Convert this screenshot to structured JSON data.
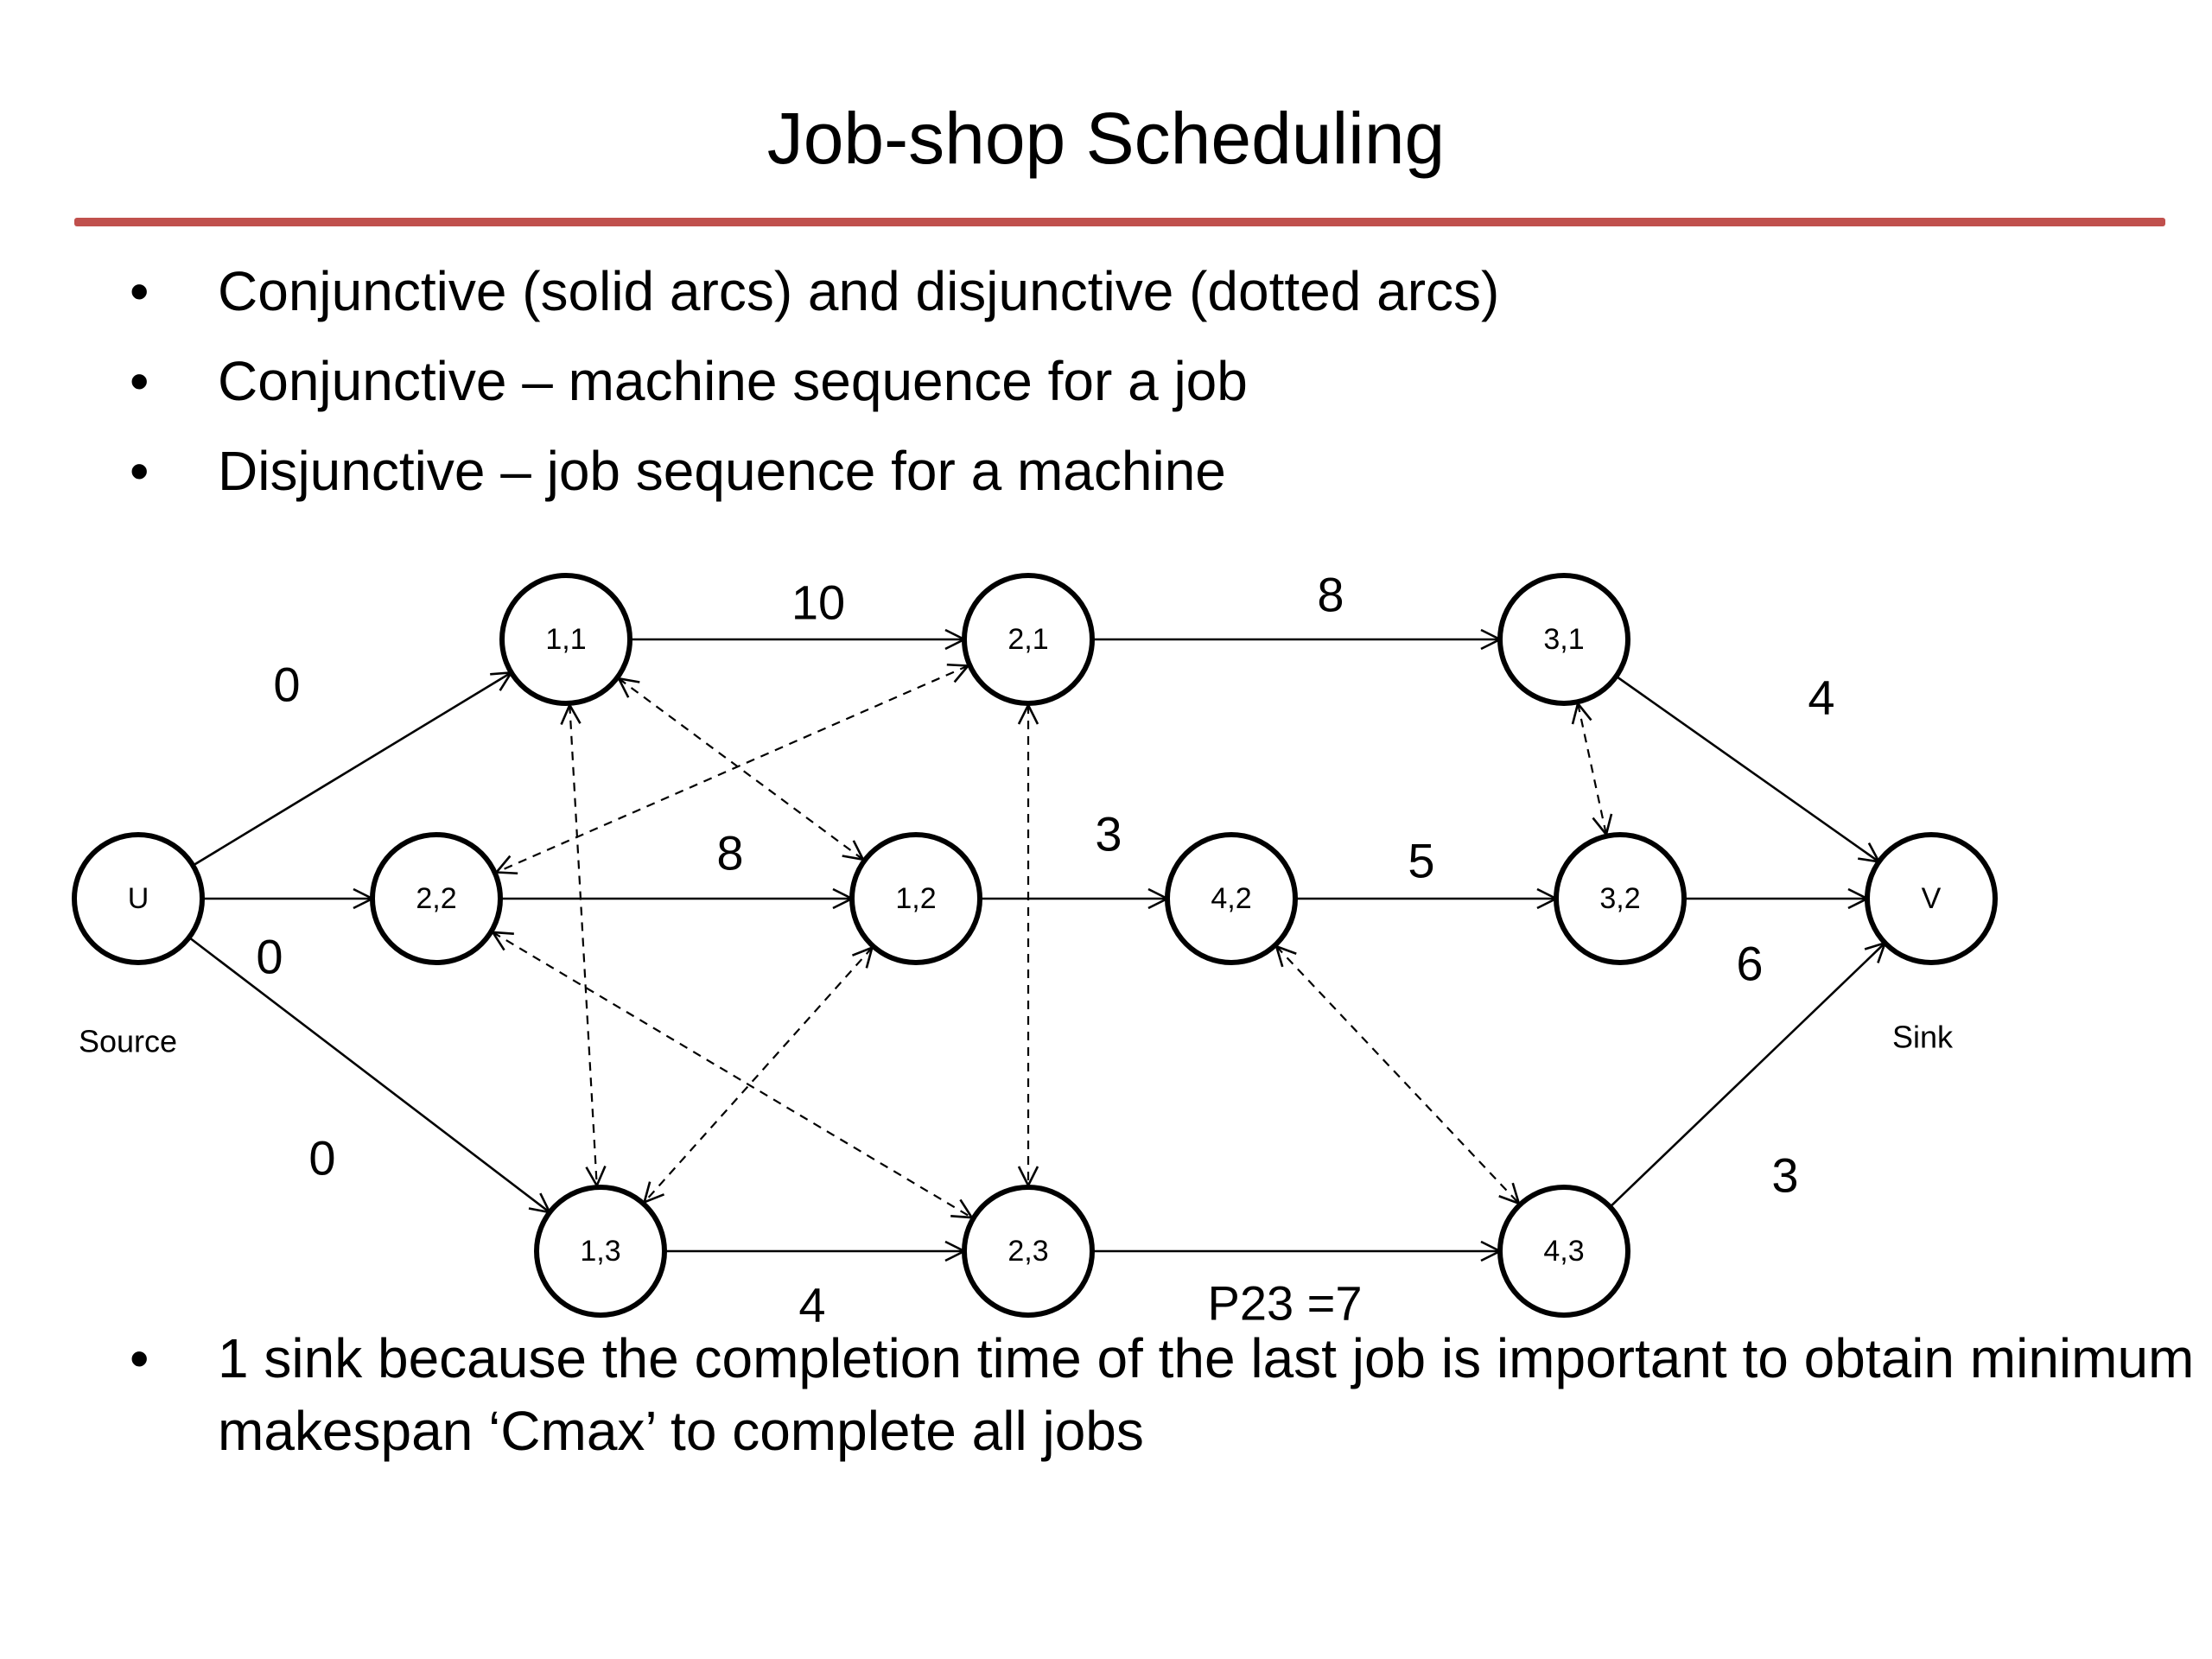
{
  "title": "Job-shop Scheduling",
  "colors": {
    "rule": "#C0504D",
    "text": "#000000",
    "background": "#FFFFFF"
  },
  "bullets": [
    "Conjunctive (solid arcs) and disjunctive (dotted arcs)",
    "Conjunctive – machine sequence for a job",
    "Disjunctive – job sequence for a machine"
  ],
  "bullet_symbol": "•",
  "bottom_bullet": "1 sink because the completion time of the last job is important to obtain minimum makespan ‘Cmax’ to complete all jobs",
  "graph": {
    "source_label": "Source",
    "sink_label": "Sink",
    "nodes": [
      {
        "id": "U",
        "label": "U"
      },
      {
        "id": "n11",
        "label": "1,1"
      },
      {
        "id": "n21",
        "label": "2,1"
      },
      {
        "id": "n31",
        "label": "3,1"
      },
      {
        "id": "n22",
        "label": "2,2"
      },
      {
        "id": "n12",
        "label": "1,2"
      },
      {
        "id": "n42",
        "label": "4,2"
      },
      {
        "id": "n32",
        "label": "3,2"
      },
      {
        "id": "V",
        "label": "V"
      },
      {
        "id": "n13",
        "label": "1,3"
      },
      {
        "id": "n23",
        "label": "2,3"
      },
      {
        "id": "n43",
        "label": "4,3"
      }
    ],
    "conjunctive_arcs": [
      {
        "from": "U",
        "to": "n11",
        "weight": "0"
      },
      {
        "from": "U",
        "to": "n22",
        "weight": "0"
      },
      {
        "from": "U",
        "to": "n13",
        "weight": "0"
      },
      {
        "from": "n11",
        "to": "n21",
        "weight": "10"
      },
      {
        "from": "n21",
        "to": "n31",
        "weight": "8"
      },
      {
        "from": "n31",
        "to": "V",
        "weight": "4"
      },
      {
        "from": "n22",
        "to": "n12",
        "weight": "8"
      },
      {
        "from": "n12",
        "to": "n42",
        "weight": "3"
      },
      {
        "from": "n42",
        "to": "n32",
        "weight": "5"
      },
      {
        "from": "n32",
        "to": "V",
        "weight": "6"
      },
      {
        "from": "n13",
        "to": "n23",
        "weight": "4"
      },
      {
        "from": "n23",
        "to": "n43",
        "weight": "P23 =7"
      },
      {
        "from": "n43",
        "to": "V",
        "weight": "3"
      }
    ],
    "disjunctive_arcs": [
      {
        "a": "n11",
        "b": "n12"
      },
      {
        "a": "n11",
        "b": "n13"
      },
      {
        "a": "n21",
        "b": "n22"
      },
      {
        "a": "n21",
        "b": "n23"
      },
      {
        "a": "n22",
        "b": "n23"
      },
      {
        "a": "n12",
        "b": "n13"
      },
      {
        "a": "n31",
        "b": "n32"
      },
      {
        "a": "n42",
        "b": "n43"
      }
    ]
  }
}
